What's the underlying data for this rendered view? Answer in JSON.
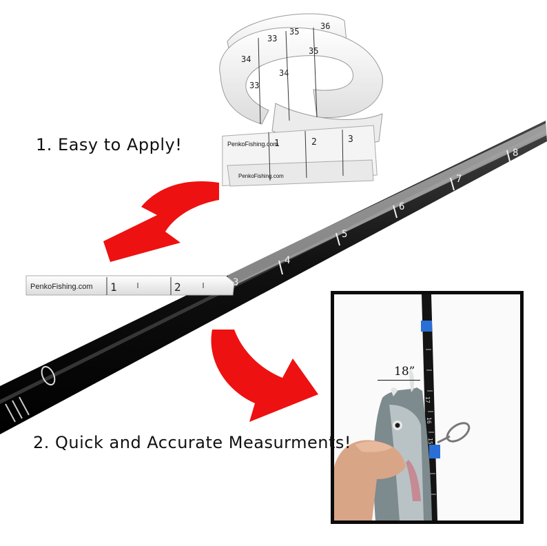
{
  "captions": {
    "step1": "1. Easy to Apply!",
    "step2": "2. Quick and Accurate Measurments!"
  },
  "brand": {
    "tape_text": "PenkoFishing.com"
  },
  "rod_marks": [
    "3",
    "4",
    "5",
    "6",
    "7",
    "8"
  ],
  "strip_marks": [
    "1",
    "2"
  ],
  "roll_marks": [
    "33",
    "34",
    "35",
    "36",
    "35",
    "34",
    "33",
    "1",
    "2",
    "3"
  ],
  "inset": {
    "length_label": "18”",
    "scale_marks": [
      "17",
      "16",
      "15"
    ]
  },
  "colors": {
    "arrow": "#ee1111",
    "rod": "#111111",
    "tape": "#f1f1f1",
    "guide_wrap": "#2a6fd6"
  }
}
